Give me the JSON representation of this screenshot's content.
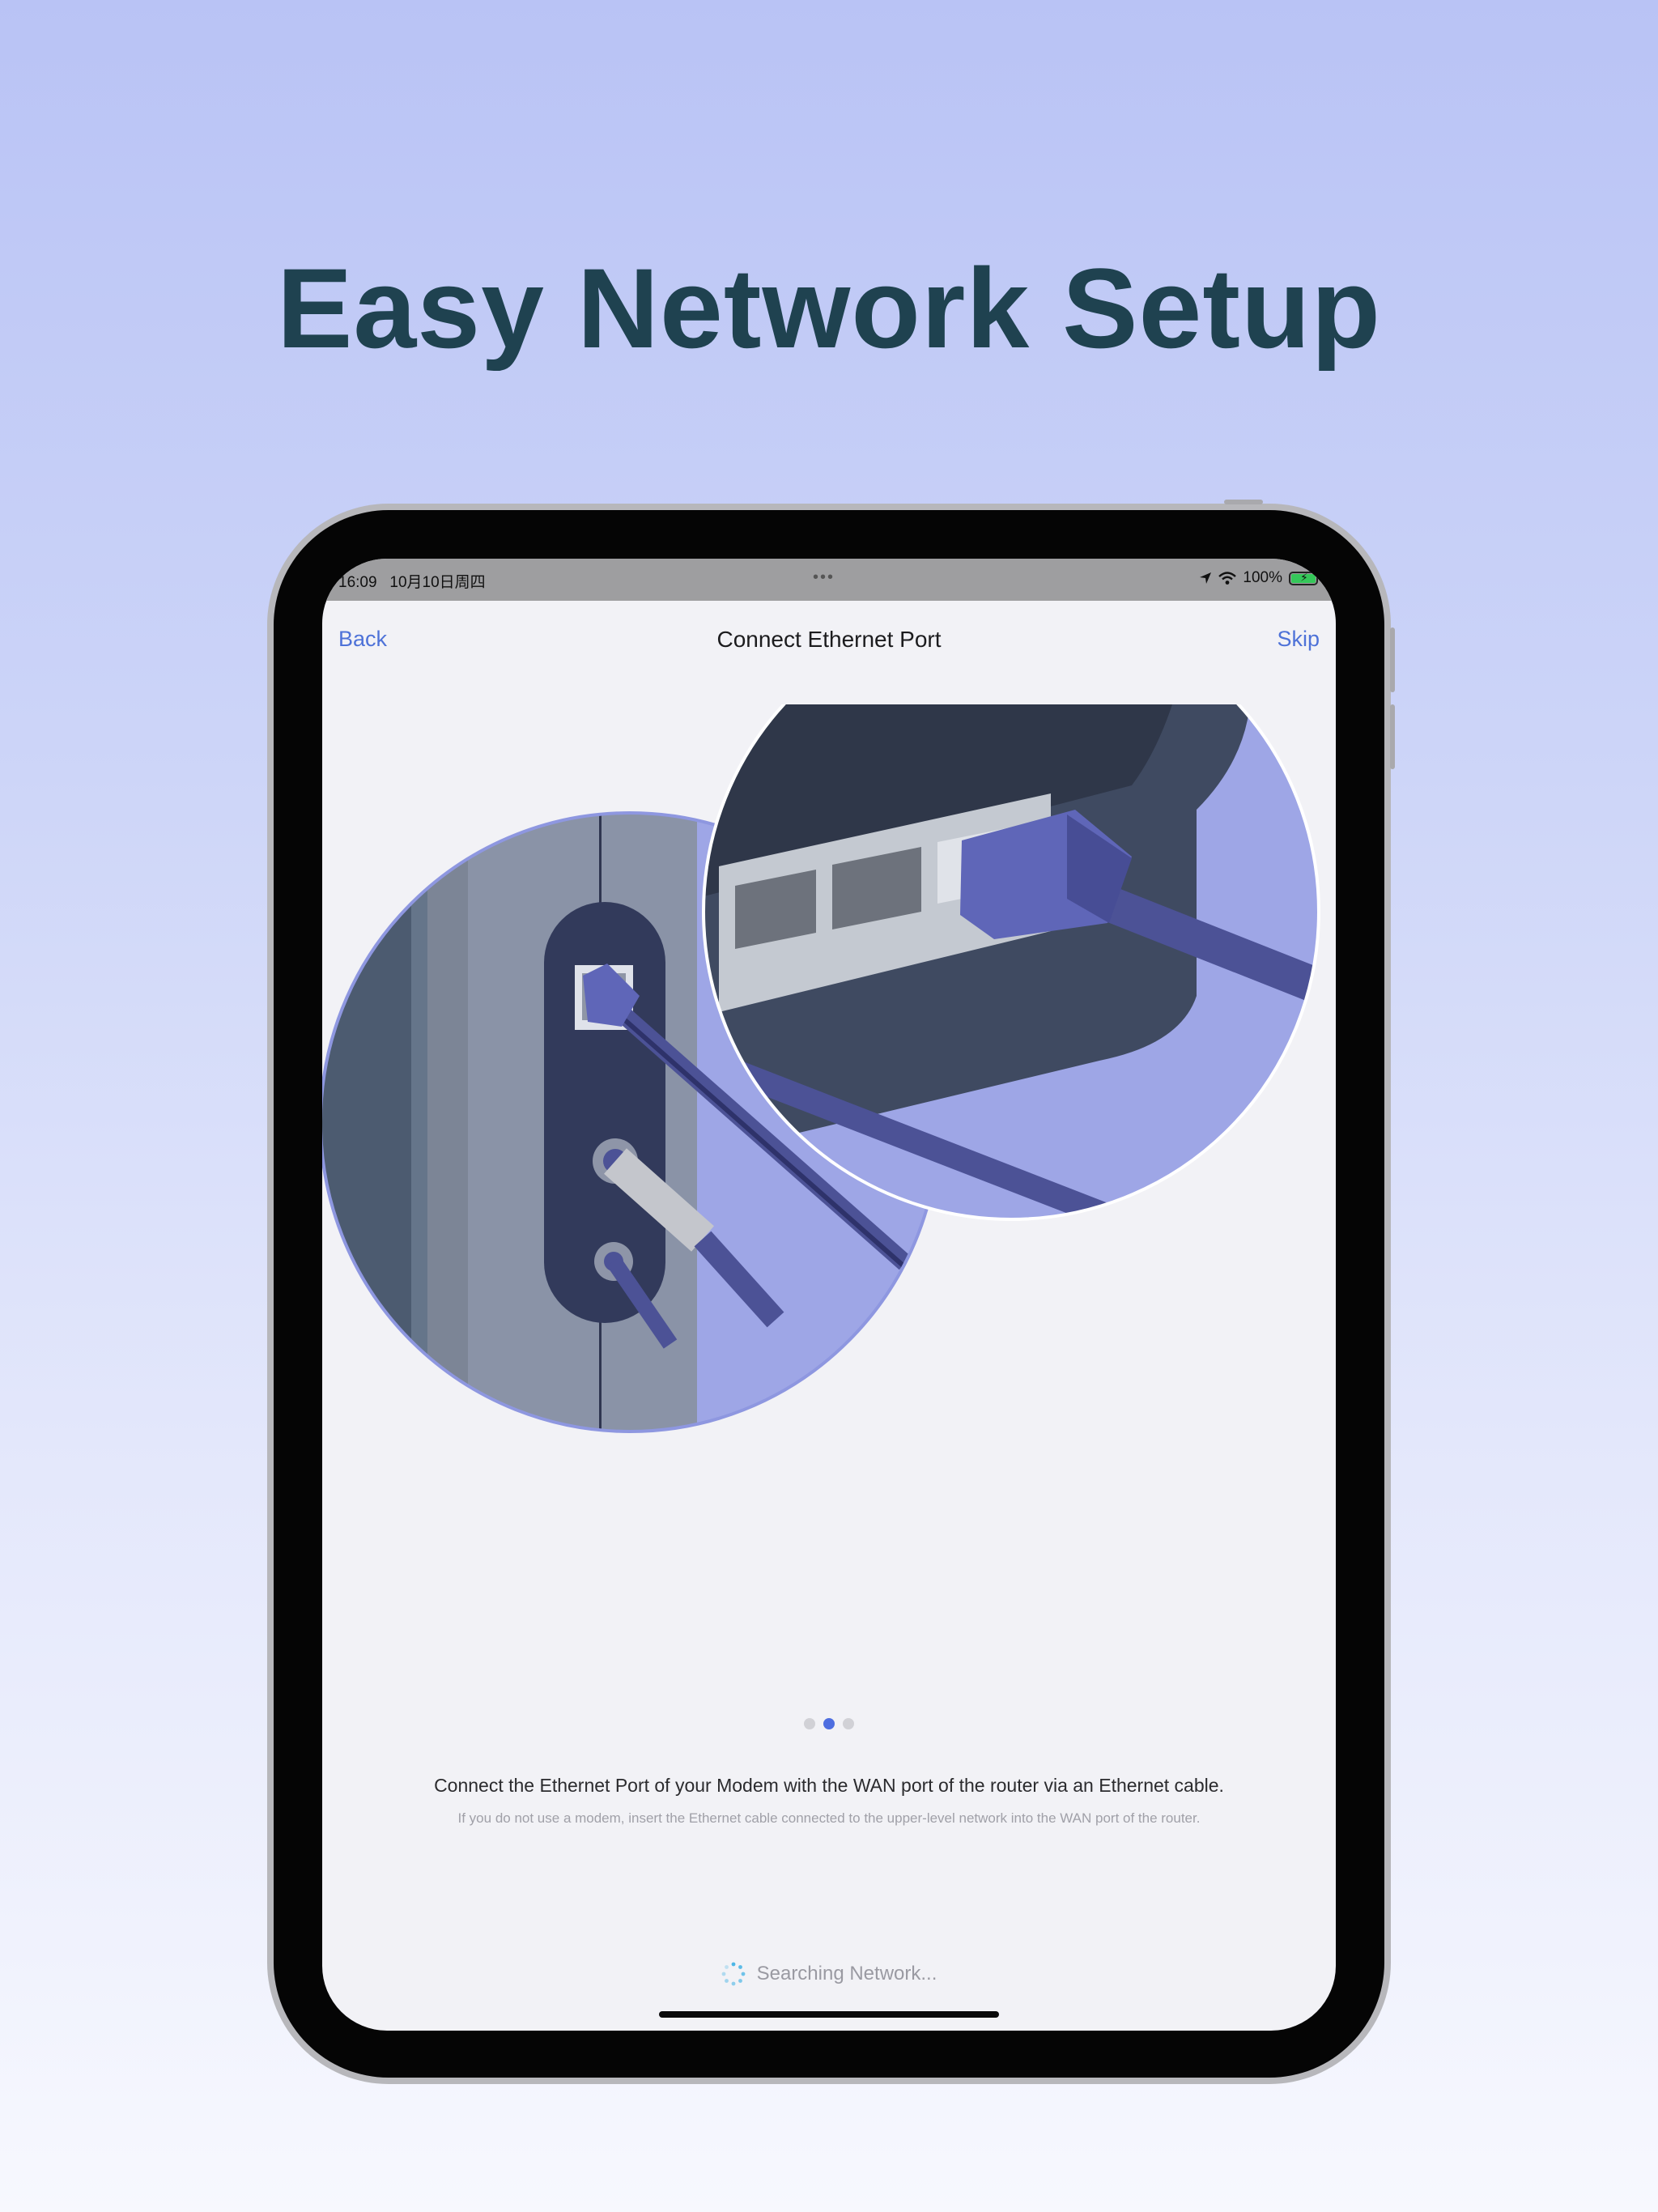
{
  "headline": "Easy Network Setup",
  "status_bar": {
    "time": "16:09",
    "date": "10月10日周四",
    "battery": "100%"
  },
  "nav": {
    "back_label": "Back",
    "title": "Connect Ethernet Port",
    "skip_label": "Skip"
  },
  "pager": {
    "pages": 3,
    "current": 2
  },
  "instruction": "Connect the Ethernet Port of your Modem with the WAN port of the router via an Ethernet cable.",
  "hint": "If you do not use a modem, insert the Ethernet cable connected to the upper-level network into the WAN port of the router.",
  "status_text": "Searching Network...",
  "colors": {
    "accent": "#4e72d8",
    "headline": "#1f4250",
    "illustration_bg": "#9fa8e6",
    "cable": "#4c5296"
  },
  "icons": [
    "location-arrow-icon",
    "wifi-icon",
    "battery-charging-icon",
    "spinner-icon"
  ]
}
